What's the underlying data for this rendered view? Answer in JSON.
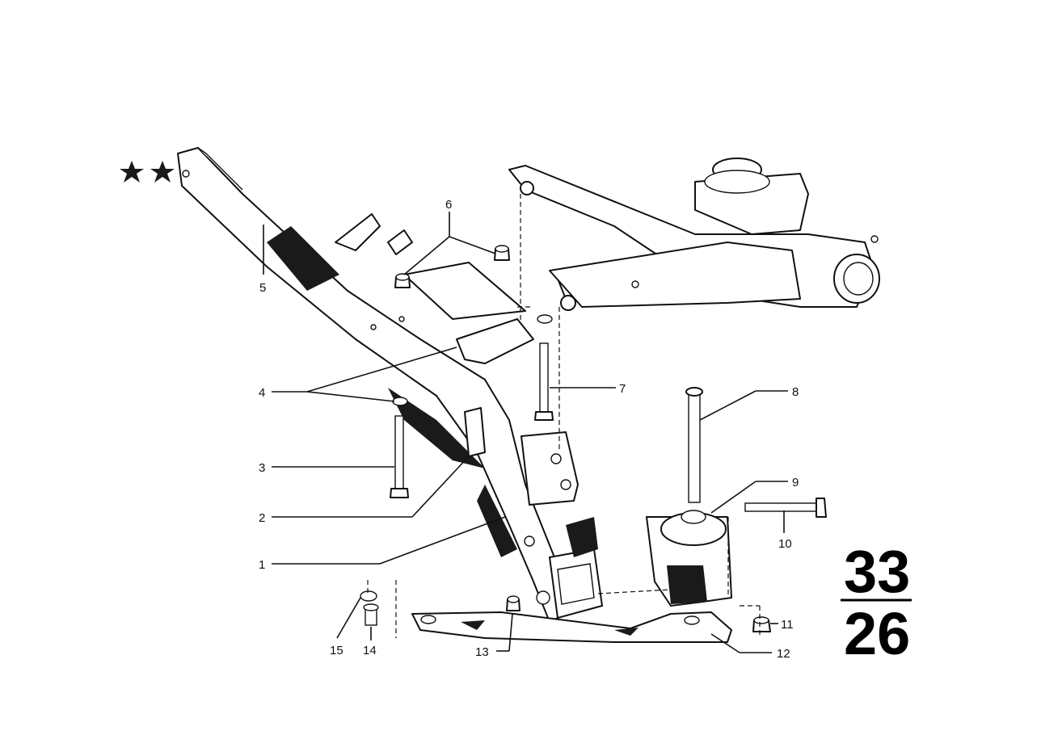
{
  "callouts": [
    {
      "label": "1"
    },
    {
      "label": "2"
    },
    {
      "label": "3"
    },
    {
      "label": "4"
    },
    {
      "label": "5"
    },
    {
      "label": "6"
    },
    {
      "label": "7"
    },
    {
      "label": "8"
    },
    {
      "label": "9"
    },
    {
      "label": "10"
    },
    {
      "label": "11"
    },
    {
      "label": "12"
    },
    {
      "label": "13"
    },
    {
      "label": "14"
    },
    {
      "label": "15"
    }
  ],
  "page_number": {
    "top": "33",
    "bottom": "26"
  },
  "marker": {
    "icon": "double-star-icon",
    "count": 2
  },
  "colors": {
    "ink": "#111111",
    "paper": "#ffffff"
  }
}
